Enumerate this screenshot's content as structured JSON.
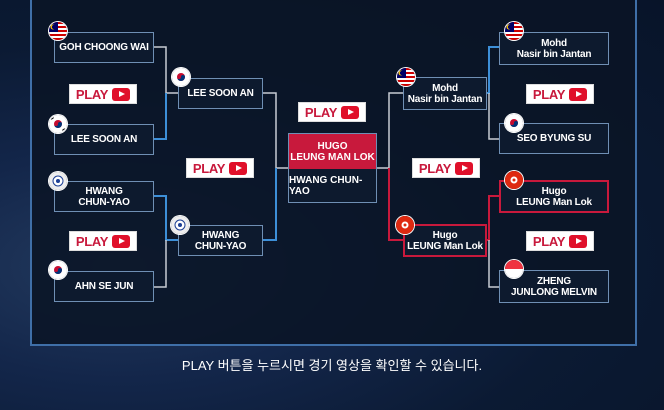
{
  "players": {
    "r1_1": "GOH CHOONG WAI",
    "r1_2": "LEE SOON AN",
    "r1_3": "HWANG\nCHUN-YAO",
    "r1_4": "AHN SE JUN",
    "r2_1": "LEE SOON AN",
    "r2_2": "HWANG\nCHUN-YAO",
    "final_top": "HUGO\nLEUNG MAN LOK",
    "final_bot": "HWANG CHUN-YAO",
    "r2_3": "Mohd\nNasir bin Jantan",
    "r2_4": "Hugo\nLEUNG Man Lok",
    "r1_5": "Mohd\nNasir bin Jantan",
    "r1_6": "SEO BYUNG SU",
    "r1_7": "Hugo\nLEUNG Man Lok",
    "r1_8": "ZHENG\nJUNLONG MELVIN"
  },
  "play_label": "PLAY",
  "caption": "PLAY 버튼을 누르시면 경기 영상을 확인할 수 있습니다.",
  "colors": {
    "highlight_red": "#c8193c",
    "line_blue": "#3d8fd8",
    "line_gray": "#c8ccd4"
  }
}
